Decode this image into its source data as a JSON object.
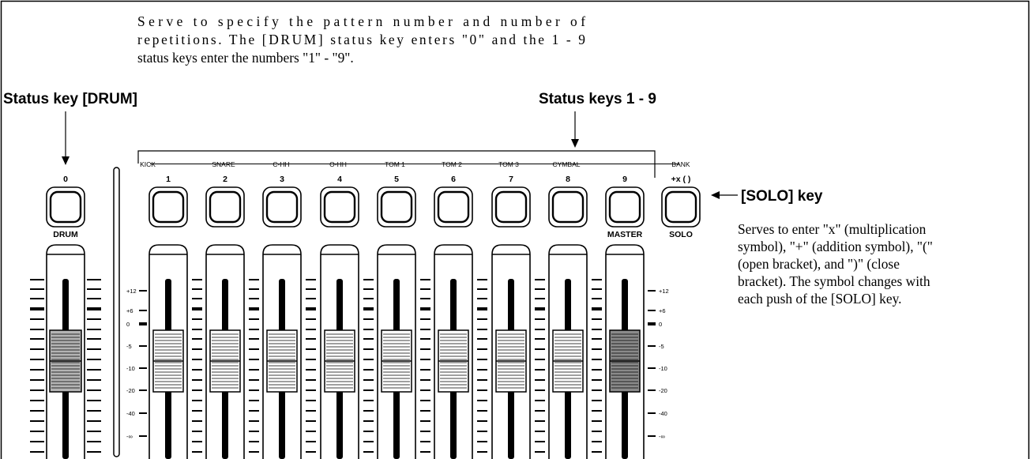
{
  "top_description": [
    "Serve to specify the pattern number and number of",
    "repetitions. The [DRUM] status key enters \"0\" and the 1 - 9",
    "status keys enter the numbers \"1\" - \"9\"."
  ],
  "callouts": {
    "drum_key": "Status key [DRUM]",
    "status_keys": "Status keys 1 - 9",
    "solo_key": "[SOLO] key"
  },
  "solo_description": [
    "Serves to enter \"x\" (multiplication",
    "symbol), \"+\" (addition symbol), \"(\"",
    "(open bracket), and \")\" (close",
    "bracket). The symbol changes with",
    "each push of the [SOLO] key."
  ],
  "drum_channel": {
    "number": "0",
    "label": "DRUM"
  },
  "channels": [
    {
      "top": "KICK",
      "number": "1"
    },
    {
      "top": "SNARE",
      "number": "2"
    },
    {
      "top": "C-HH",
      "number": "3"
    },
    {
      "top": "O-HH",
      "number": "4"
    },
    {
      "top": "TOM 1",
      "number": "5"
    },
    {
      "top": "TOM 2",
      "number": "6"
    },
    {
      "top": "TOM 3",
      "number": "7"
    },
    {
      "top": "CYMBAL",
      "number": "8"
    },
    {
      "top": "",
      "number": "9",
      "bottom": "MASTER"
    }
  ],
  "solo_channel": {
    "top": "BANK",
    "number": "+x ( )",
    "bottom": "SOLO"
  },
  "scale_labels": [
    "+12",
    "+6",
    "0",
    "-5",
    "-10",
    "-20",
    "-40",
    "-∞"
  ],
  "colors": {
    "fader_cap_light": "#b4b4b4",
    "fader_cap_master": "#8a8a8a",
    "line": "#000000"
  }
}
